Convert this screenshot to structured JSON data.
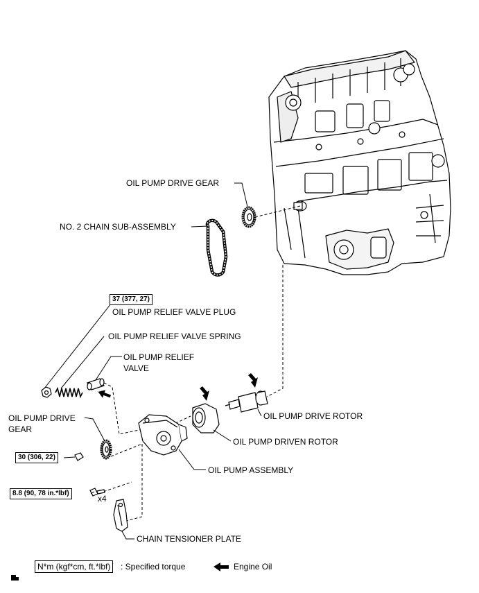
{
  "labels": {
    "oil_pump_drive_gear_top": "OIL PUMP DRIVE GEAR",
    "no2_chain": "NO. 2 CHAIN SUB-ASSEMBLY",
    "relief_valve_plug": "OIL PUMP RELIEF VALVE PLUG",
    "relief_valve_spring": "OIL PUMP RELIEF VALVE SPRING",
    "relief_valve_line1": "OIL PUMP RELIEF",
    "relief_valve_line2": "VALVE",
    "drive_gear_line1": "OIL PUMP DRIVE",
    "drive_gear_line2": "GEAR",
    "drive_rotor": "OIL PUMP DRIVE ROTOR",
    "driven_rotor": "OIL PUMP DRIVEN ROTOR",
    "pump_assembly": "OIL PUMP ASSEMBLY",
    "tensioner_plate": "CHAIN TENSIONER PLATE",
    "quantity_x4": "x4"
  },
  "torques": {
    "plug": "37 (377, 27)",
    "gear_nut": "30 (306, 22)",
    "bolts": "8.8 (90, 78 in.*lbf)"
  },
  "legend": {
    "torque_unit": "N*m (kgf*cm, ft.*lbf)",
    "torque_desc": ": Specified torque",
    "engine_oil": "Engine Oil"
  }
}
